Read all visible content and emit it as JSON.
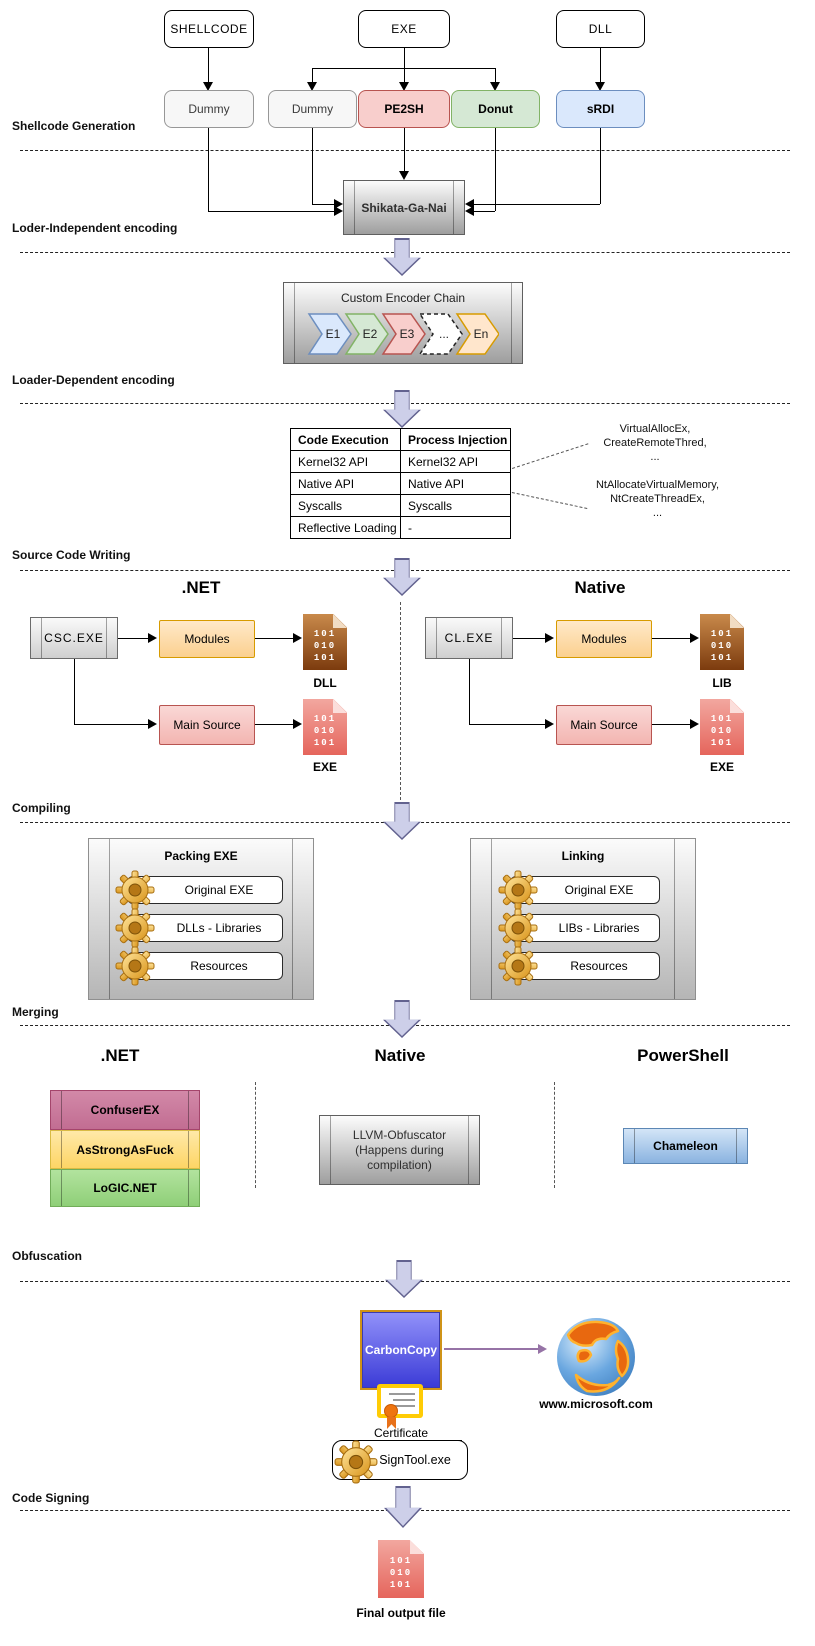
{
  "section_labels": [
    "Shellcode Generation",
    "Loder-Independent encoding",
    "Loader-Dependent encoding",
    "Source Code Writing",
    "Compiling",
    "Merging",
    "Obfuscation",
    "Code Signing"
  ],
  "shellcode": {
    "inputs": [
      "SHELLCODE",
      "EXE",
      "DLL"
    ],
    "generators": [
      "Dummy",
      "Dummy",
      "PE2SH",
      "Donut",
      "sRDI"
    ]
  },
  "encoding": {
    "independent_tool": "Shikata-Ga-Nai",
    "chain_title": "Custom Encoder Chain",
    "chain": [
      "E1",
      "E2",
      "E3",
      "...",
      "En"
    ]
  },
  "api_table": {
    "headers": [
      "Code Execution",
      "Process Injection"
    ],
    "rows": [
      [
        "Kernel32 API",
        "Kernel32 API"
      ],
      [
        "Native API",
        "Native API"
      ],
      [
        "Syscalls",
        "Syscalls"
      ],
      [
        "Reflective Loading",
        "-"
      ]
    ],
    "annotations": [
      "VirtualAllocEx,\nCreateRemoteThred,\n...",
      "NtAllocateVirtualMemory,\nNtCreateThreadEx,\n..."
    ]
  },
  "source_writing": {
    "net": {
      "heading": ".NET",
      "compiler": "CSC.EXE",
      "modules": "Modules",
      "modules_file": "DLL",
      "main": "Main Source",
      "main_file": "EXE"
    },
    "native": {
      "heading": "Native",
      "compiler": "CL.EXE",
      "modules": "Modules",
      "modules_file": "LIB",
      "main": "Main Source",
      "main_file": "EXE"
    }
  },
  "binary_text": "101\n010\n101",
  "compiling": {
    "packing": {
      "title": "Packing EXE",
      "items": [
        "Original EXE",
        "DLLs - Libraries",
        "Resources"
      ]
    },
    "linking": {
      "title": "Linking",
      "items": [
        "Original EXE",
        "LIBs - Libraries",
        "Resources"
      ]
    }
  },
  "obfuscation": {
    "columns": [
      ".NET",
      "Native",
      "PowerShell"
    ],
    "net_tools": [
      "ConfuserEX",
      "AsStrongAsFuck",
      "LoGIC.NET"
    ],
    "native_tool": "LLVM-Obfuscator\n(Happens during\ncompilation)",
    "powershell_tool": "Chameleon"
  },
  "signing": {
    "tool_box": "CarbonCopy",
    "website": "www.microsoft.com",
    "certificate_label": "Certificate",
    "signer": "SignTool.exe"
  },
  "output": {
    "label": "Final output file"
  },
  "palette": {
    "stage_arrow_fill": "#cdcfe9",
    "stage_arrow_stroke": "#62628f",
    "red_node": "#f8cecc",
    "green_node": "#d5e8d4",
    "blue_node": "#dae8fc",
    "orange_node": "#ffe0a8",
    "magenta_node": "#c97395",
    "yellow_node": "#ffe08a",
    "lime_node": "#9fd78c",
    "carboncopy_blue": "#4a4ae0",
    "carboncopy_border": "#cf9318",
    "mauve_arrow": "#9673a6",
    "certificate_gold": "#ffcc00",
    "file_brown": "#a05a1f",
    "file_pink": "#ed8d86"
  }
}
